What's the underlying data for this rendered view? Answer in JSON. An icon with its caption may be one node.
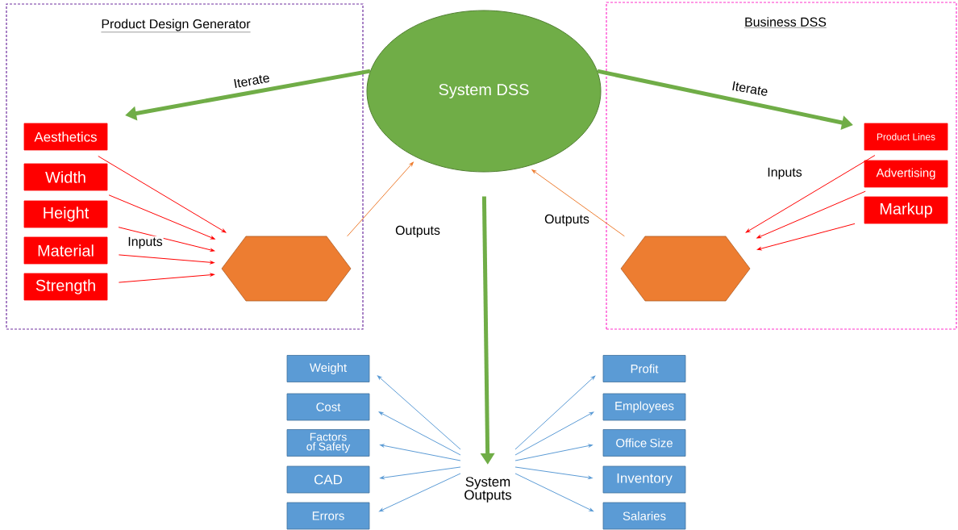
{
  "diagram": {
    "nodes": [
      {
        "text": [
          "Product Design Generator"
        ]
      },
      {
        "text": [
          "Business DSS"
        ]
      },
      {
        "text": [
          "System DSS"
        ]
      },
      {
        "text": [
          "Aesthetics"
        ],
        "in": 0
      },
      {
        "text": [
          "Width"
        ],
        "in": 0
      },
      {
        "text": [
          "Height"
        ],
        "in": 0
      },
      {
        "text": [
          "Material"
        ],
        "in": 0
      },
      {
        "text": [
          "Strength"
        ],
        "in": 0
      },
      {
        "text": [],
        "shape": "hexagon",
        "in": 0
      },
      {
        "text": [
          "Product Lines"
        ],
        "in": 1
      },
      {
        "text": [
          "Advertising"
        ],
        "in": 1
      },
      {
        "text": [
          "Markup"
        ],
        "in": 1
      },
      {
        "text": [],
        "shape": "hexagon",
        "in": 1
      },
      {
        "text": [
          "Weight"
        ]
      },
      {
        "text": [
          "Cost"
        ]
      },
      {
        "text": [
          "Factors of Safety"
        ]
      },
      {
        "text": [
          "CAD"
        ]
      },
      {
        "text": [
          "Errors"
        ]
      },
      {
        "text": [
          "Profit"
        ]
      },
      {
        "text": [
          "Employees"
        ]
      },
      {
        "text": [
          "Office Size"
        ]
      },
      {
        "text": [
          "Inventory"
        ]
      },
      {
        "text": [
          "Salaries"
        ]
      },
      {
        "text": [
          "System Outputs"
        ]
      }
    ],
    "edges": [
      {
        "from": 2,
        "to": null,
        "arrow": "to",
        "label": "Iterate",
        "style": "thick",
        "color": "#70ad47"
      },
      {
        "from": 2,
        "to": null,
        "arrow": "to",
        "label": "Iterate",
        "style": "thick",
        "color": "#70ad47"
      },
      {
        "from": 3,
        "to": 8,
        "arrow": "to",
        "color": "#ff0000"
      },
      {
        "from": 4,
        "to": 8,
        "arrow": "to",
        "color": "#ff0000"
      },
      {
        "from": 5,
        "to": 8,
        "arrow": "to",
        "color": "#ff0000"
      },
      {
        "from": 6,
        "to": 8,
        "arrow": "to",
        "label": "Inputs",
        "color": "#ff0000"
      },
      {
        "from": 7,
        "to": 8,
        "arrow": "to",
        "color": "#ff0000"
      },
      {
        "from": 9,
        "to": 12,
        "arrow": "to",
        "label": "Inputs",
        "color": "#ff0000"
      },
      {
        "from": 10,
        "to": 12,
        "arrow": "to",
        "color": "#ff0000"
      },
      {
        "from": 11,
        "to": 12,
        "arrow": "to",
        "color": "#ff0000"
      },
      {
        "from": 8,
        "to": 2,
        "arrow": "to",
        "label": "Outputs",
        "color": "#ed7d31"
      },
      {
        "from": 12,
        "to": 2,
        "arrow": "to",
        "label": "Outputs",
        "color": "#ed7d31"
      },
      {
        "from": 2,
        "to": 23,
        "arrow": "to",
        "style": "thick",
        "color": "#70ad47"
      },
      {
        "from": 23,
        "to": 13,
        "arrow": "to"
      },
      {
        "from": 23,
        "to": 14,
        "arrow": "to"
      },
      {
        "from": 23,
        "to": 15,
        "arrow": "to"
      },
      {
        "from": 23,
        "to": 16,
        "arrow": "to"
      },
      {
        "from": 23,
        "to": 17,
        "arrow": "to"
      },
      {
        "from": 23,
        "to": 18,
        "arrow": "to"
      },
      {
        "from": 23,
        "to": 19,
        "arrow": "to"
      },
      {
        "from": 23,
        "to": 20,
        "arrow": "to"
      },
      {
        "from": 23,
        "to": 21,
        "arrow": "to"
      },
      {
        "from": 23,
        "to": 22,
        "arrow": "to"
      }
    ]
  }
}
